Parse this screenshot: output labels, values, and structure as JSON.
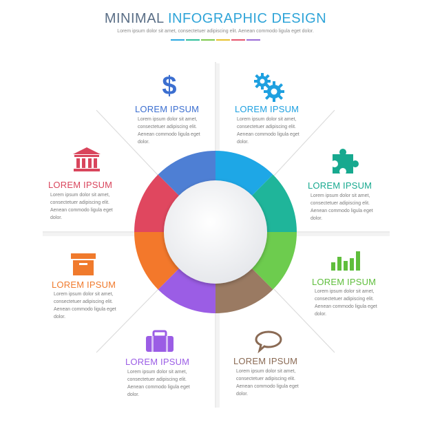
{
  "header": {
    "title_part1": "MINIMAL ",
    "title_part2": "INFOGRAPHIC DESIGN",
    "subtitle": "Lorem ipsum dolor sit amet, consectetuer adipiscing elit. Aenean commodo ligula eget dolor.",
    "bar_colors": [
      "#2aa8e0",
      "#2fbf9b",
      "#7cc94c",
      "#e7c12c",
      "#e5556d",
      "#9b6bd6"
    ]
  },
  "ring": {
    "segments": [
      {
        "color": "#ffffff",
        "name": "white"
      },
      {
        "color": "#1ea7e6",
        "name": "blue"
      },
      {
        "color": "#1fb59a",
        "name": "teal"
      },
      {
        "color": "#6dcc4e",
        "name": "green"
      },
      {
        "color": "#9a7a62",
        "name": "brown"
      },
      {
        "color": "#9b5de5",
        "name": "purple"
      },
      {
        "color": "#f3782b",
        "name": "orange"
      },
      {
        "color": "#e0475f",
        "name": "red"
      },
      {
        "color": "#4e7fd4",
        "name": "indigo"
      }
    ]
  },
  "items": [
    {
      "key": "dollar",
      "icon": "dollar-icon",
      "color": "#3c6fd0",
      "heading": "LOREM IPSUM",
      "lines": [
        "Lorem ipsum dolor sit amet,",
        "consectetuer adipiscing elit.",
        "Aenean commodo ligula eget",
        "dolor."
      ]
    },
    {
      "key": "gears",
      "icon": "gears-icon",
      "color": "#1ea0e0",
      "heading": "LOREM IPSUM",
      "lines": [
        "Lorem ipsum dolor sit amet,",
        "consectetuer adipiscing elit.",
        "Aenean commodo ligula eget",
        "dolor."
      ]
    },
    {
      "key": "puzzle",
      "icon": "puzzle-icon",
      "color": "#17a98f",
      "heading": "LOREM IPSUM",
      "lines": [
        "Lorem ipsum dolor sit amet,",
        "consectetuer adipiscing elit.",
        "Aenean commodo ligula eget",
        "dolor."
      ]
    },
    {
      "key": "chart",
      "icon": "bar-chart-icon",
      "color": "#5fbe3c",
      "heading": "LOREM IPSUM",
      "lines": [
        "Lorem ipsum dolor sit amet,",
        "consectetuer adipiscing elit.",
        "Aenean commodo ligula eget",
        "dolor."
      ]
    },
    {
      "key": "chat",
      "icon": "speech-bubble-icon",
      "color": "#8a6a54",
      "heading": "LOREM IPSUM",
      "lines": [
        "Lorem ipsum dolor sit amet,",
        "consectetuer adipiscing elit.",
        "Aenean commodo ligula eget",
        "dolor."
      ]
    },
    {
      "key": "briefcase",
      "icon": "briefcase-icon",
      "color": "#9b5de5",
      "heading": "LOREM IPSUM",
      "lines": [
        "Lorem ipsum dolor sit amet,",
        "consectetuer adipiscing elit.",
        "Aenean commodo ligula eget",
        "dolor."
      ]
    },
    {
      "key": "box",
      "icon": "archive-box-icon",
      "color": "#f07a2c",
      "heading": "LOREM IPSUM",
      "lines": [
        "Lorem ipsum dolor sit amet,",
        "consectetuer adipiscing elit.",
        "Aenean commodo ligula eget",
        "dolor."
      ]
    },
    {
      "key": "bank",
      "icon": "bank-icon",
      "color": "#d9455c",
      "heading": "LOREM IPSUM",
      "lines": [
        "Lorem ipsum dolor sit amet,",
        "consectetuer adipiscing elit.",
        "Aenean commodo ligula eget",
        "dolor."
      ]
    }
  ]
}
